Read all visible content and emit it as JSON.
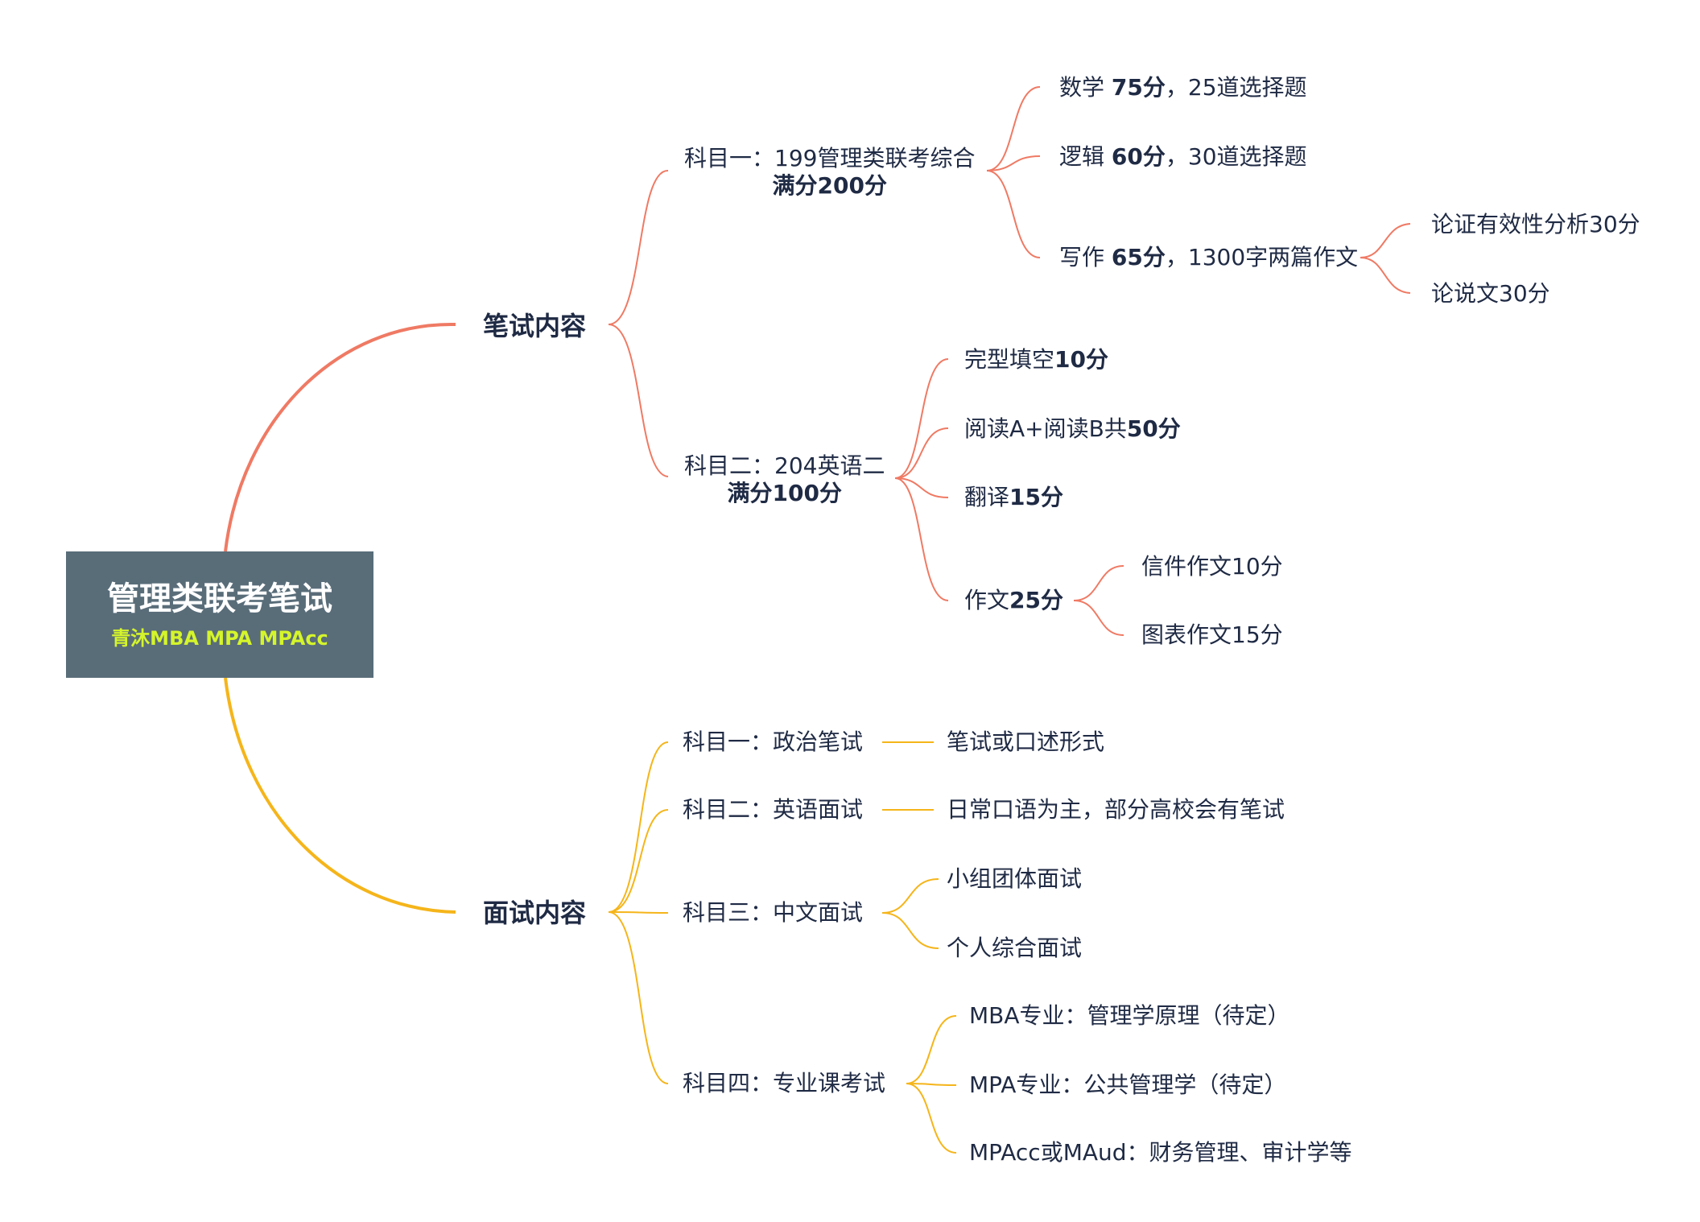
{
  "root": {
    "title": "管理类联考笔试",
    "subtitle": "青沐MBA MPA MPAcc"
  },
  "colors": {
    "root_bg": "#596d79",
    "written": "#ef7a64",
    "interview": "#f5b51a",
    "subtitle": "#d5f52b",
    "text": "#1f2a44"
  },
  "written": {
    "label": "笔试内容",
    "s1": {
      "line1": "科目一：199管理类联考综合",
      "line2": "满分200分",
      "math": {
        "pre": "数学 ",
        "bold": "75分",
        "post": "，25道选择题"
      },
      "logic": {
        "pre": "逻辑 ",
        "bold": "60分",
        "post": "，30道选择题"
      },
      "writing": {
        "pre": "写作 ",
        "bold": "65分",
        "post": "，1300字两篇作文"
      },
      "w1": "论证有效性分析30分",
      "w2": "论说文30分"
    },
    "s2": {
      "line1": "科目二：204英语二",
      "line2": "满分100分",
      "cloze": {
        "pre": "完型填空",
        "bold": "10分"
      },
      "reading": {
        "pre": "阅读A+阅读B共",
        "bold": "50分"
      },
      "translation": {
        "pre": "翻译",
        "bold": "15分"
      },
      "essay": {
        "pre": "作文",
        "bold": "25分"
      },
      "e1": "信件作文10分",
      "e2": "图表作文15分"
    }
  },
  "interview": {
    "label": "面试内容",
    "s1": {
      "label": "科目一：政治笔试",
      "child": "笔试或口述形式"
    },
    "s2": {
      "label": "科目二：英语面试",
      "child": "日常口语为主，部分高校会有笔试"
    },
    "s3": {
      "label": "科目三：中文面试",
      "c1": "小组团体面试",
      "c2": "个人综合面试"
    },
    "s4": {
      "label": "科目四：专业课考试",
      "c1": "MBA专业：管理学原理（待定）",
      "c2": "MPA专业：公共管理学（待定）",
      "c3": "MPAcc或MAud：财务管理、审计学等"
    }
  }
}
